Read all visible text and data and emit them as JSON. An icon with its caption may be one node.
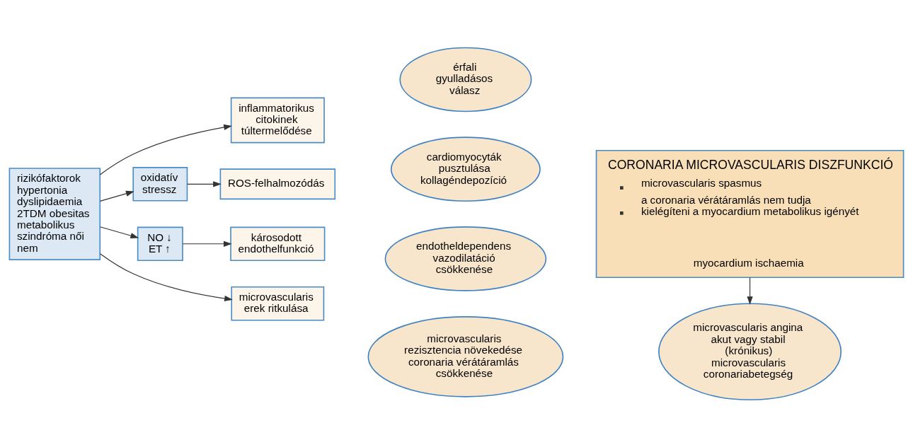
{
  "diagram": {
    "nodes": [
      {
        "text": [
          "rizikófaktorok hypertonia dyslipidaemia 2TDM obesitas metabolikus szindróma női nem"
        ]
      },
      {
        "text": [
          "oxidatív stressz"
        ]
      },
      {
        "text": [
          "NO ↓ ET ↑"
        ]
      },
      {
        "text": [
          "inflammatorikus citokinek túltermelődése"
        ]
      },
      {
        "text": [
          "ROS-felhalmozódás"
        ]
      },
      {
        "text": [
          "károsodott endothelfunkció"
        ]
      },
      {
        "text": [
          "microvascularis erek ritkulása"
        ]
      },
      {
        "text": [
          "érfali gyulladásos válasz"
        ]
      },
      {
        "text": [
          "cardiomyocyták pusztulása kollagéndepozíció"
        ]
      },
      {
        "text": [
          "endotheldependens vazodilatáció csökkenése"
        ]
      },
      {
        "text": [
          "microvascularis rezisztencia növekedése coronaria vérátáramlás csökkenése"
        ]
      },
      {
        "text": [
          "CORONARIA MICROVASCULARIS DISZFUNKCIÓ",
          "microvascularis spasmus",
          "a coronaria vérátáramlás nem tudja kielégíteni a myocardium metabolikus igényét",
          "myocardium ischaemia"
        ]
      },
      {
        "text": [
          "microvascularis angina akut vagy stabil (krónikus) microvascularis coronariabetegség"
        ]
      }
    ],
    "edges": [
      {
        "from": 0,
        "to": 3,
        "arrow": "to"
      },
      {
        "from": 0,
        "to": 1,
        "arrow": "to"
      },
      {
        "from": 1,
        "to": 4,
        "arrow": "to"
      },
      {
        "from": 0,
        "to": 2,
        "arrow": "to"
      },
      {
        "from": 2,
        "to": 5,
        "arrow": "to"
      },
      {
        "from": 0,
        "to": 6,
        "arrow": "to"
      },
      {
        "from": 11,
        "to": 12,
        "arrow": "to"
      }
    ]
  }
}
